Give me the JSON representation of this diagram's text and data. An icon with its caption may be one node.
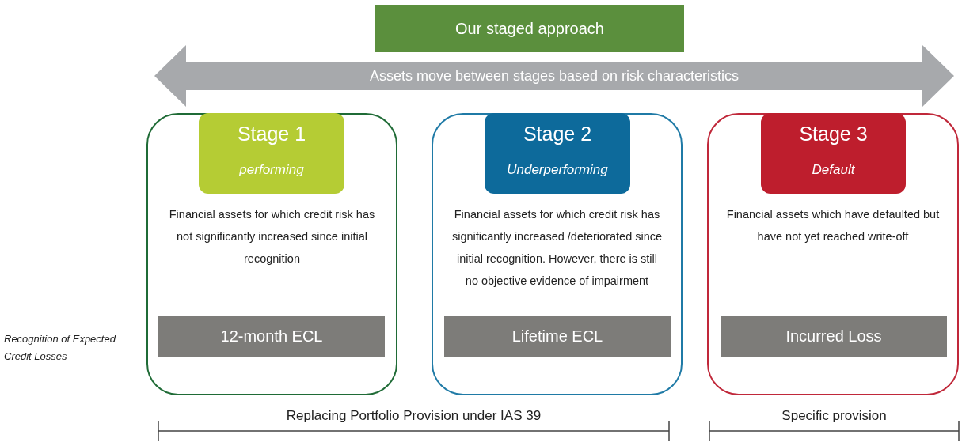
{
  "diagram": {
    "nodes": [
      {
        "text": [
          "Our staged approach"
        ]
      },
      {
        "text": [
          "Assets move between stages based on risk characteristics"
        ]
      },
      {
        "text": [
          "Financial assets for which credit risk has not significantly increased since initial recognition"
        ]
      },
      {
        "text": [
          "Stage 1",
          "performing"
        ],
        "in": 2
      },
      {
        "text": [
          "12-month ECL"
        ],
        "in": 2
      },
      {
        "text": [
          "Financial assets for which credit risk has significantly increased /deteriorated since initial recognition. However, there is still no objective evidence of impairment"
        ]
      },
      {
        "text": [
          "Stage 2",
          "Underperforming"
        ],
        "in": 5
      },
      {
        "text": [
          "Lifetime ECL"
        ],
        "in": 5
      },
      {
        "text": [
          "Financial assets which have defaulted but have not yet reached write-off"
        ]
      },
      {
        "text": [
          "Stage 3",
          "Default"
        ],
        "in": 8
      },
      {
        "text": [
          "Incurred Loss"
        ],
        "in": 8
      }
    ],
    "edges": [],
    "labels": [
      "Recognition of Expected Credit Losses",
      "Replacing Portfolio Provision under IAS 39",
      "Specific provision"
    ]
  }
}
